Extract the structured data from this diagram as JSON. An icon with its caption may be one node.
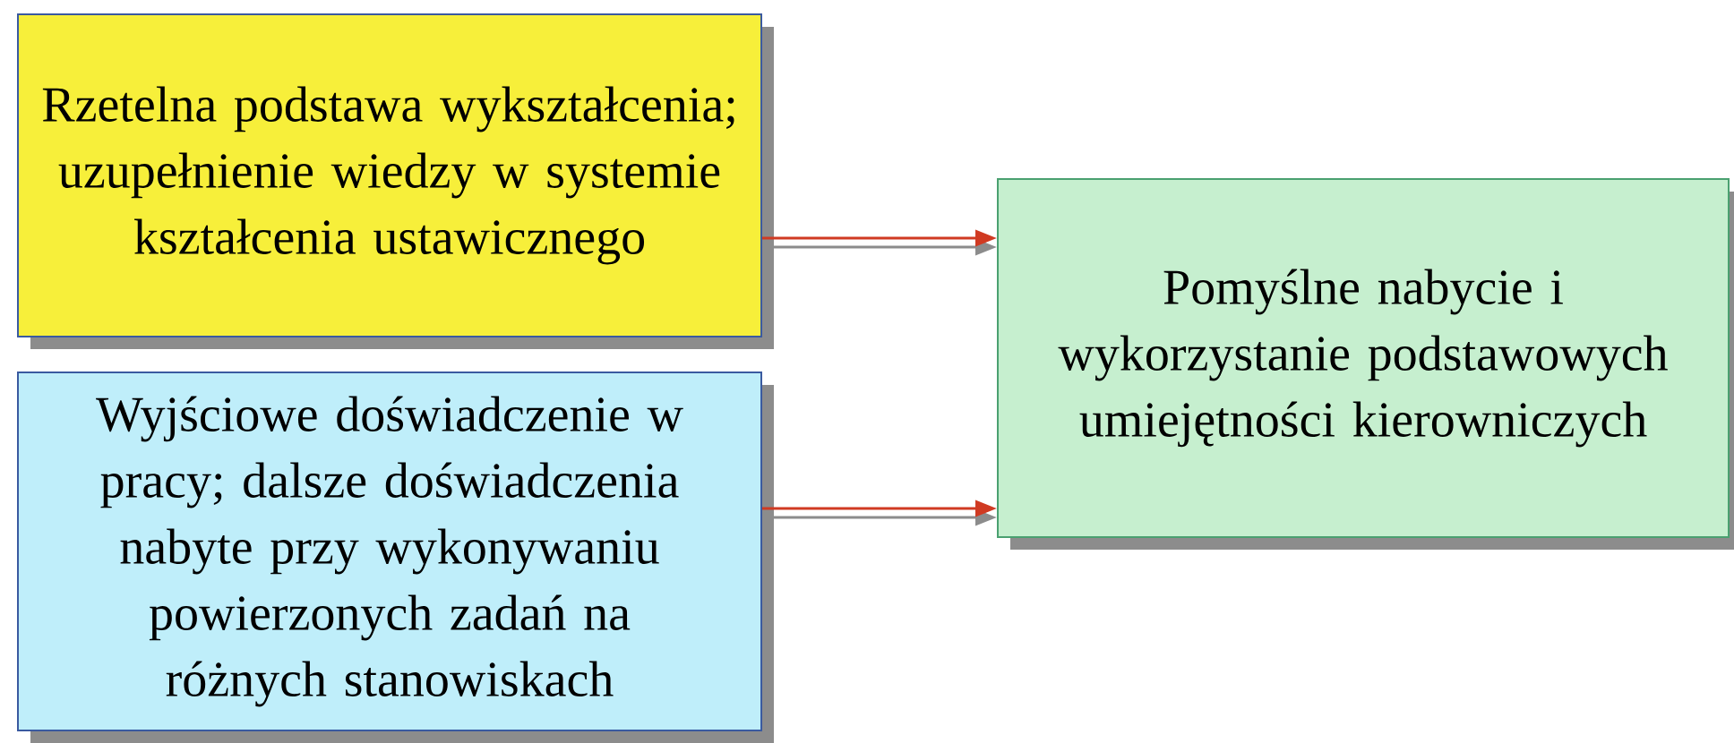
{
  "diagram": {
    "nodes": [
      {
        "text": [
          "Rzetelna podstawa wykształcenia; uzupełnienie wiedzy w systemie kształcenia ustawicznego"
        ]
      },
      {
        "text": [
          "Wyjściowe doświadczenie w pracy; dalsze doświadczenia nabyte przy wykonywaniu powierzonych zadań na różnych stanowiskach"
        ]
      },
      {
        "text": [
          "Pomyślne nabycie i wykorzystanie podstawowych umiejętności kierowniczych"
        ]
      }
    ],
    "edges": [
      {
        "from": 0,
        "to": 2,
        "arrow": "to"
      },
      {
        "from": 1,
        "to": 2,
        "arrow": "to"
      }
    ]
  }
}
